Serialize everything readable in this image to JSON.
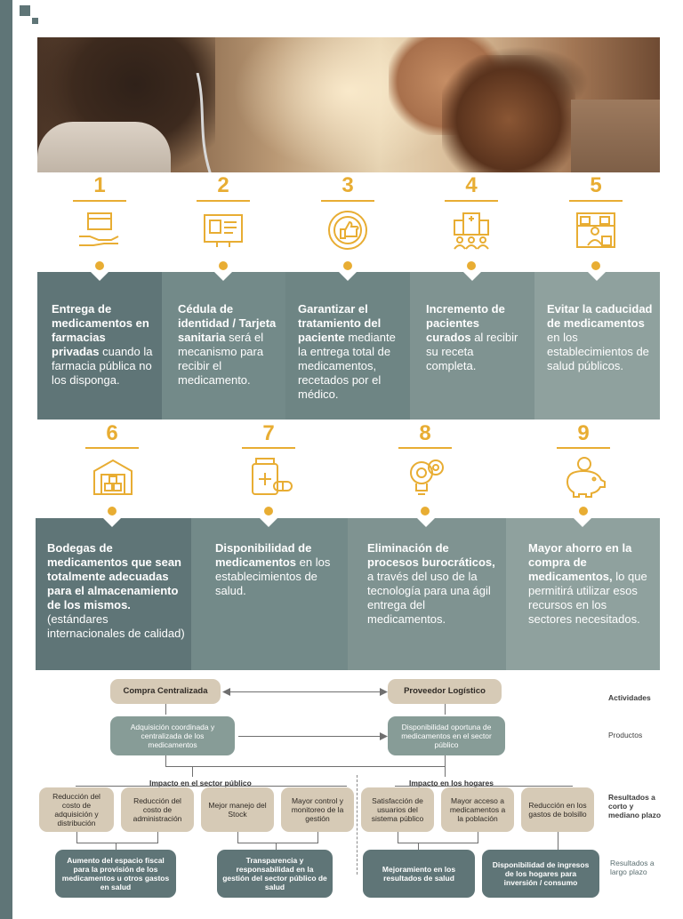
{
  "cards_top": [
    {
      "num": "1",
      "bold": "Entrega de medicamentos en farmacias privadas",
      "rest": " cuando la farmacia pública no los disponga."
    },
    {
      "num": "2",
      "bold": "Cédula de identidad / Tarjeta sanitaria",
      "rest": " será el mecanismo para recibir el medicamento."
    },
    {
      "num": "3",
      "bold": "Garantizar el tratamiento del paciente",
      "rest": " mediante la entrega total de medicamentos, recetados por el médico."
    },
    {
      "num": "4",
      "bold": "Incremento de pacientes curados",
      "rest": " al recibir su receta completa."
    },
    {
      "num": "5",
      "bold": "Evitar la caducidad de medicamentos",
      "rest": " en los establecimientos de salud públicos."
    }
  ],
  "cards_bottom": [
    {
      "num": "6",
      "bold": "Bodegas de medicamentos que sean totalmente adecuadas para el almacenamiento de los mismos.",
      "rest": " (estándares internacionales de calidad)"
    },
    {
      "num": "7",
      "bold": "Disponibilidad de medicamentos",
      "rest": " en los establecimientos de salud."
    },
    {
      "num": "8",
      "bold": "Eliminación de procesos burocráticos,",
      "rest": " a través del uso de la tecnología para una ágil entrega del medicamentos."
    },
    {
      "num": "9",
      "bold": "Mayor ahorro en la compra de medicamentos,",
      "rest": " lo que permitirá utilizar esos recursos en los sectores necesitados."
    }
  ],
  "diagram": {
    "activities": {
      "left": "Compra Centralizada",
      "right": "Proveedor Logístico",
      "label": "Actividades"
    },
    "products": {
      "left": "Adquisición coordinada y centralizada de los medicamentos",
      "right": "Disponibilidad oportuna de medicamentos en el sector público",
      "label": "Productos"
    },
    "impact_public": "Impacto en el sector público",
    "impact_homes": "Impacto en los hogares",
    "short_term": [
      "Reducción del costo de adquisición y distribución",
      "Reducción del costo de administración",
      "Mejor manejo del Stock",
      "Mayor control y monitoreo de la gestión",
      "Satisfacción de usuarios del sistema público",
      "Mayor acceso a medicamentos a la población",
      "Reducción en los gastos de bolsillo"
    ],
    "short_label": "Resultados a corto y mediano plazo",
    "long_term": [
      "Aumento del espacio fiscal para la provisión de los medicamentos u otros gastos en salud",
      "Transparencia y responsabilidad en la gestión del sector público de salud",
      "Mejoramiento en los resultados de salud",
      "Disponibilidad de ingresos de los hogares para inversión / consumo"
    ],
    "long_label": "Resultados a largo plazo"
  },
  "colors": {
    "accent": "#e8ad33",
    "teal_dark": "#5f7577",
    "teal_mid": "#738a89",
    "teal_light": "#8fa19e",
    "tan": "#d6cab6"
  }
}
